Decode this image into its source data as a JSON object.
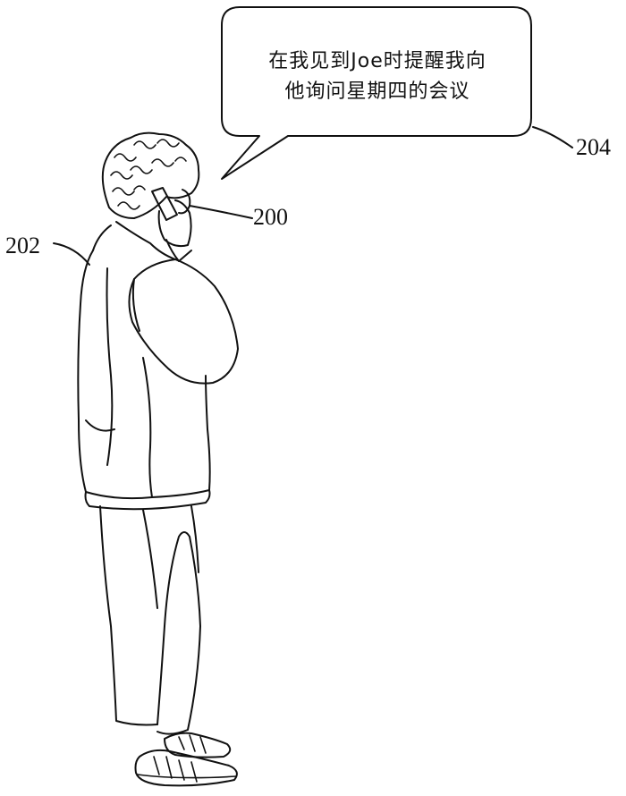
{
  "speech_bubble": {
    "line1": "在我见到Joe时提醒我向",
    "line2": "他询问星期四的会议"
  },
  "labels": {
    "device": "200",
    "person": "202",
    "bubble": "204"
  }
}
